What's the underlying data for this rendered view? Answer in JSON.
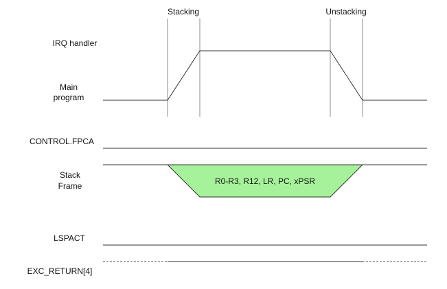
{
  "phases": {
    "stacking": "Stacking",
    "unstacking": "Unstacking"
  },
  "signals": {
    "irq_handler": "IRQ handler",
    "main_program_line1": "Main",
    "main_program_line2": "program",
    "control_fpca": "CONTROL.FPCA",
    "stack_frame_line1": "Stack",
    "stack_frame_line2": "Frame",
    "lspact": "LSPACT",
    "exc_return": "EXC_RETURN[4]"
  },
  "stack_frame": {
    "contents": "R0-R3, R12, LR, PC, xPSR"
  },
  "colors": {
    "stack_frame_fill": "#a6f29a",
    "line": "#333333",
    "guide": "#888888",
    "dashed": "#555555"
  }
}
